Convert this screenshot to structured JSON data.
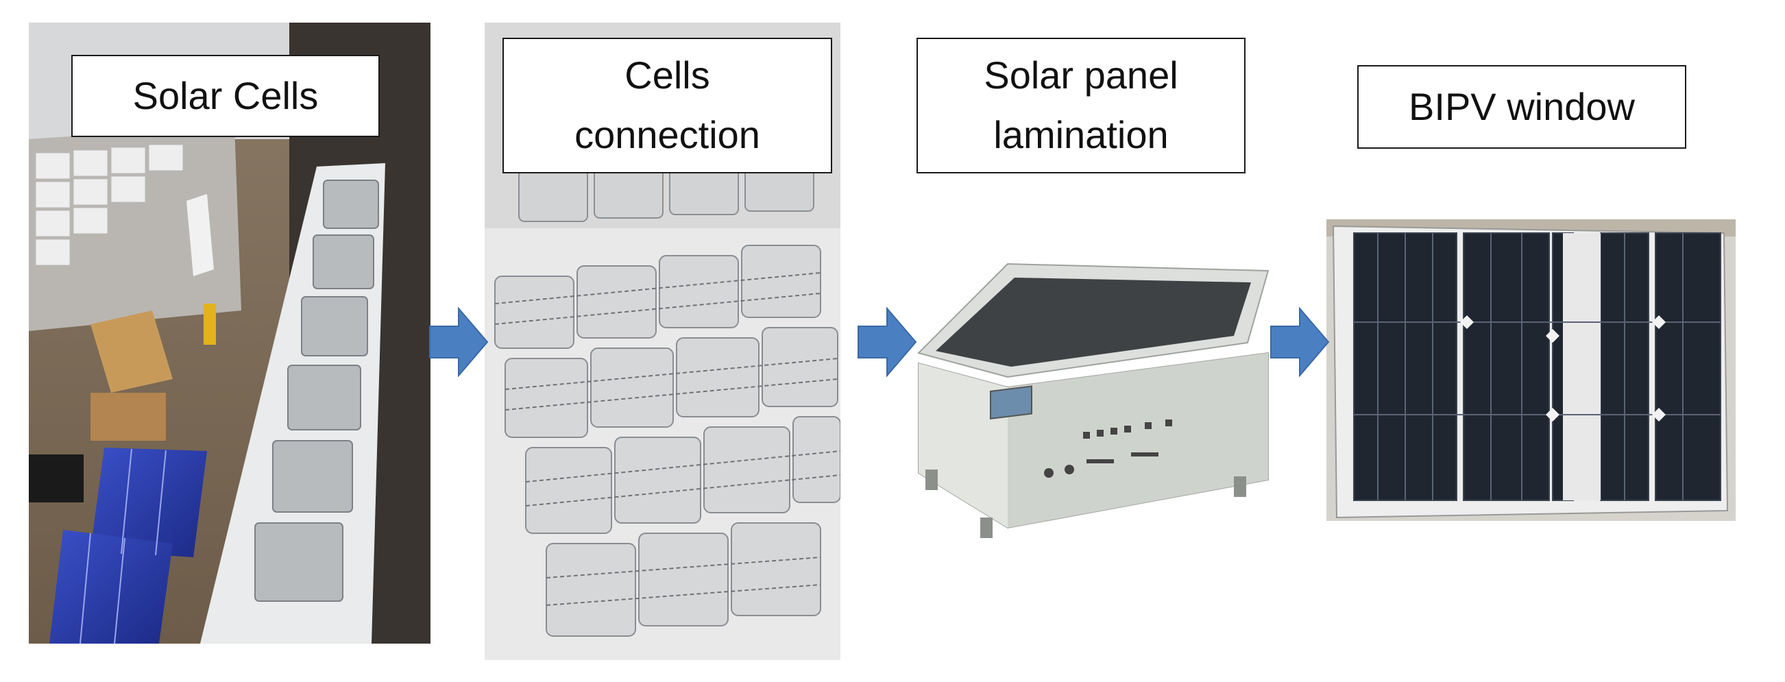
{
  "steps": [
    {
      "label_lines": [
        "Solar Cells"
      ]
    },
    {
      "label_lines": [
        "Cells",
        "connection"
      ]
    },
    {
      "label_lines": [
        "Solar panel",
        "lamination"
      ]
    },
    {
      "label_lines": [
        "BIPV window"
      ]
    }
  ],
  "colors": {
    "arrow_fill": "#4a7fc1",
    "arrow_stroke": "#3a6aa6",
    "label_border": "#1a1a1a"
  },
  "icons": [
    "right-arrow-icon"
  ]
}
